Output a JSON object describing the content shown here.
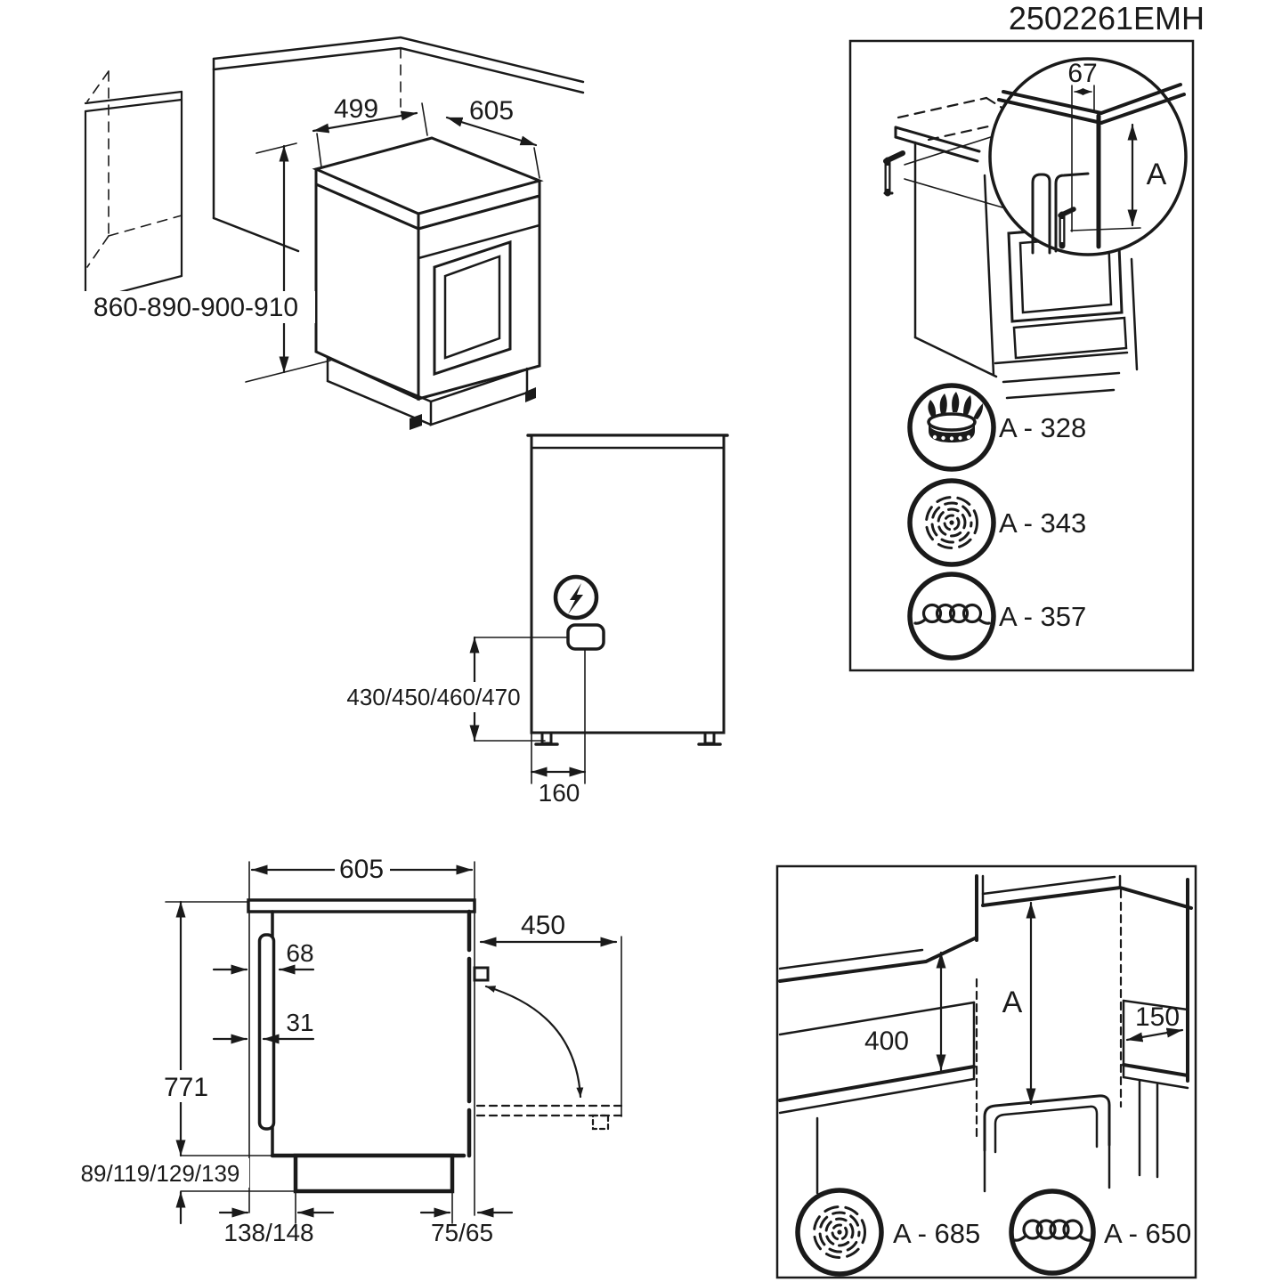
{
  "doc_code": "2502261EMH",
  "colors": {
    "ink": "#1a1a1a",
    "background": "#ffffff"
  },
  "panels": {
    "iso": {
      "dim_niche_width": "499",
      "dim_cooker_width": "605",
      "dim_height_options": "860-890-900-910"
    },
    "bracket": {
      "dim_bracket_gap": "67",
      "dim_height_ref": "A",
      "rows": [
        {
          "icon": "gas-burner",
          "label": "A - 328"
        },
        {
          "icon": "radiant-hob",
          "label": "A - 343"
        },
        {
          "icon": "induction-hob",
          "label": "A - 357"
        }
      ]
    },
    "rear": {
      "dim_connection_heights": "430/450/460/470",
      "dim_connection_offset": "160"
    },
    "side": {
      "dim_depth": "605",
      "dim_rear_clearance": "68",
      "dim_rear_spacer": "31",
      "dim_door_open": "450",
      "dim_body_height": "771",
      "dim_plinth_heights": "89/119/129/139",
      "dim_base_rear": "138/148",
      "dim_base_front": "75/65"
    },
    "clearance": {
      "dim_side_height": "400",
      "dim_height_ref": "A",
      "dim_side_gap": "150",
      "rows": [
        {
          "icon": "radiant-hob",
          "label": "A - 685"
        },
        {
          "icon": "induction-hob",
          "label": "A - 650"
        }
      ]
    }
  }
}
